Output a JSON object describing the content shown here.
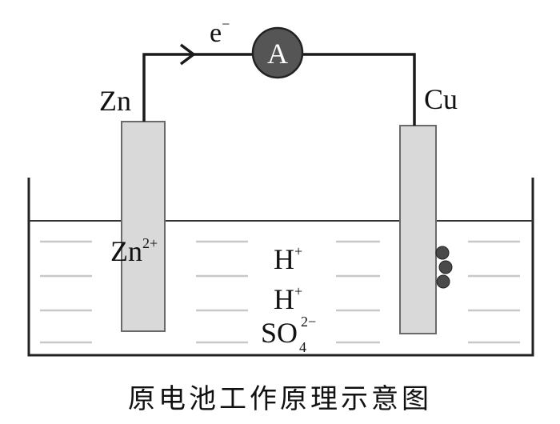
{
  "diagram": {
    "electron_label": "e",
    "electron_charge": "−",
    "ammeter_label": "A",
    "anode_label": "Zn",
    "cathode_label": "Cu",
    "ions": {
      "zinc_ion": "Zn",
      "zinc_charge": "2+",
      "hydrogen_1": "H",
      "hydrogen_1_charge": "+",
      "hydrogen_2": "H",
      "hydrogen_2_charge": "+",
      "sulfate": "SO",
      "sulfate_subscript": "4",
      "sulfate_charge": "2−"
    },
    "caption": "原电池工作原理示意图"
  },
  "colors": {
    "wire": "#1a1a1a",
    "ammeter_fill": "#555555",
    "ammeter_text": "#ffffff",
    "electrode_fill": "#d9d9d9",
    "electrode_stroke": "#6a6a6a",
    "bubble_fill": "#4a4a4a",
    "solution_lines": "#c8c8c8"
  }
}
